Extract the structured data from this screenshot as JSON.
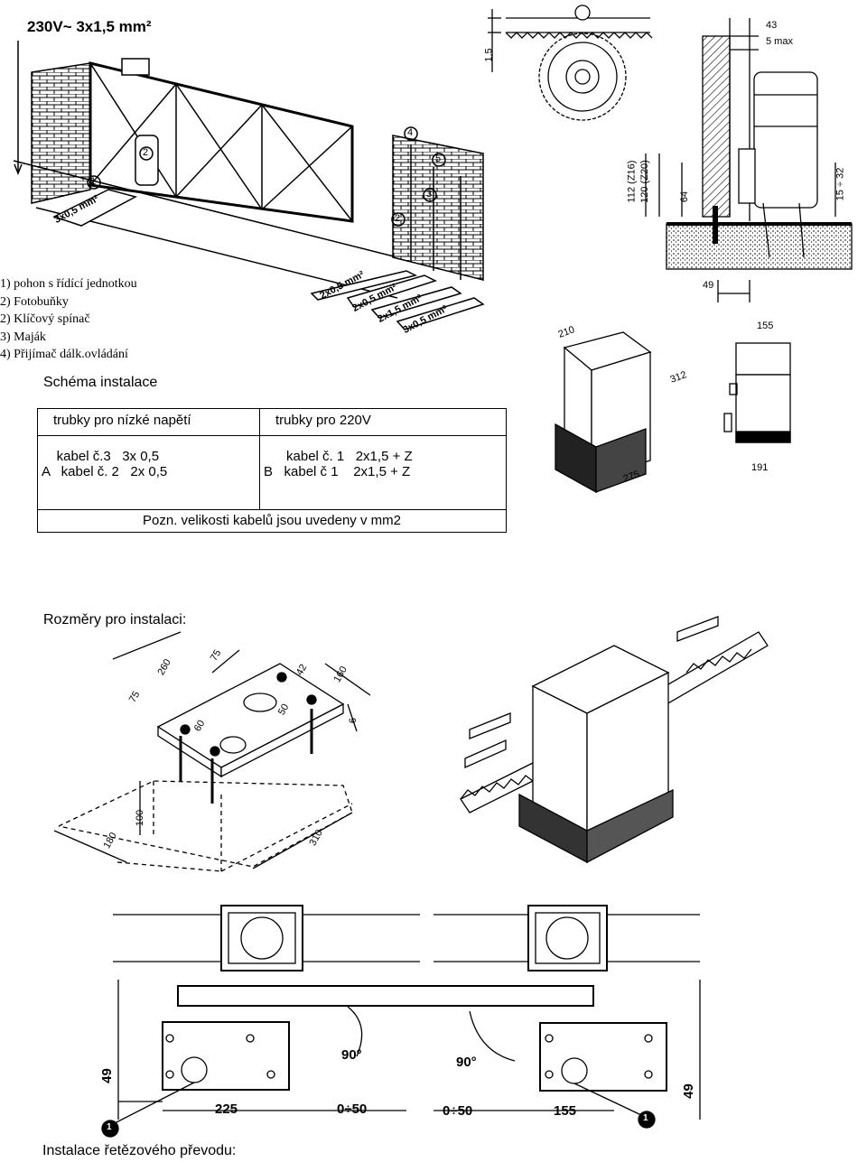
{
  "top_title": "230V~ 3x1,5 mm²",
  "cable_labels": [
    "3x0,5 mm²",
    "2x0,5 mm²",
    "2x0,5 mm²",
    "2x1,5 mm²",
    "3x0,5 mm²"
  ],
  "part_numbers": [
    "1",
    "2",
    "2",
    "3",
    "4",
    "5"
  ],
  "legend": [
    "1) pohon s řídící jednotkou",
    "2) Fotobuňky",
    "2) Klíčový spínač",
    "3) Maják",
    "4) Přijímač dálk.ovládání"
  ],
  "schema_title": "Schéma instalace",
  "cable_table": {
    "low_voltage_header": "trubky pro nízké napětí",
    "high_voltage_header": "trubky pro 220V",
    "low_rows": [
      "    kabel č.3   3x 0,5",
      "A   kabel č. 2   2x 0,5"
    ],
    "high_rows": [
      "      kabel č. 1   2x1,5 + Z",
      "B   kabel č 1    2x1,5 + Z"
    ],
    "note": "Pozn. velikosti kabelů jsou uvedeny v mm2"
  },
  "rack_dims": [
    "1,5",
    "43",
    "5 max",
    "112 (Z16)",
    "120 (Z20)",
    "64",
    "15 ÷ 32",
    "49"
  ],
  "box_dims": [
    "210",
    "312",
    "275",
    "155",
    "191"
  ],
  "install_title": "Rozměry pro instalaci:",
  "plate_dims": [
    "260",
    "75",
    "75",
    "42",
    "160",
    "60",
    "50",
    "6",
    "100",
    "180",
    "310"
  ],
  "chain_title": "Instalace řetězového převodu:",
  "chain_left": {
    "angle": "90°",
    "d1": "225",
    "d2": "0÷50",
    "d3": "49",
    "marker": "1"
  },
  "chain_right": {
    "angle": "90°",
    "d1": "0÷50",
    "d2": "155",
    "d3": "49",
    "marker": "1"
  }
}
